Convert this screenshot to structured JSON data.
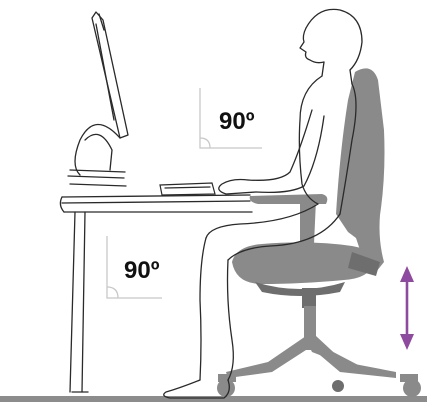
{
  "labels": {
    "upper_angle": "90º",
    "lower_angle": "90º"
  },
  "colors": {
    "chair": "#8a8a8a",
    "chair_dark": "#6e6e6e",
    "floor": "#8c8c8c",
    "arrow": "#8e4a9e",
    "outline": "#2a2a2a",
    "guide": "#c8c8c8"
  },
  "icons": {
    "height_arrow": "double-headed-vertical-arrow"
  }
}
